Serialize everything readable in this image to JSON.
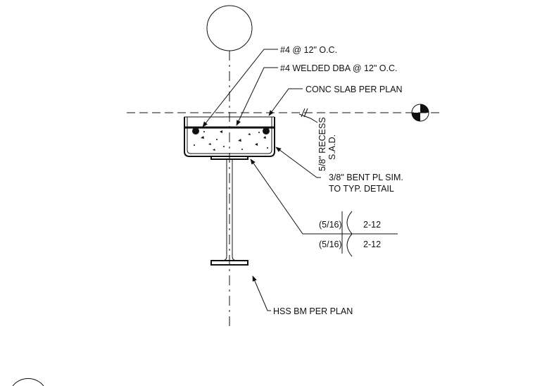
{
  "notes": {
    "rebar": "#4 @ 12\" O.C.",
    "dba": "#4 WELDED DBA @ 12\" O.C.",
    "slab": "CONC SLAB PER PLAN",
    "recess_line1": "5/8\" RECESS",
    "recess_line2": "S.A.D.",
    "bent_pl_line1": "3/8\" BENT PL SIM.",
    "bent_pl_line2": "TO TYP. DETAIL",
    "hss": "HSS BM PER PLAN"
  },
  "weld": {
    "top_size": "(5/16)",
    "top_length": "2-12",
    "bottom_size": "(5/16)",
    "bottom_length": "2-12"
  }
}
